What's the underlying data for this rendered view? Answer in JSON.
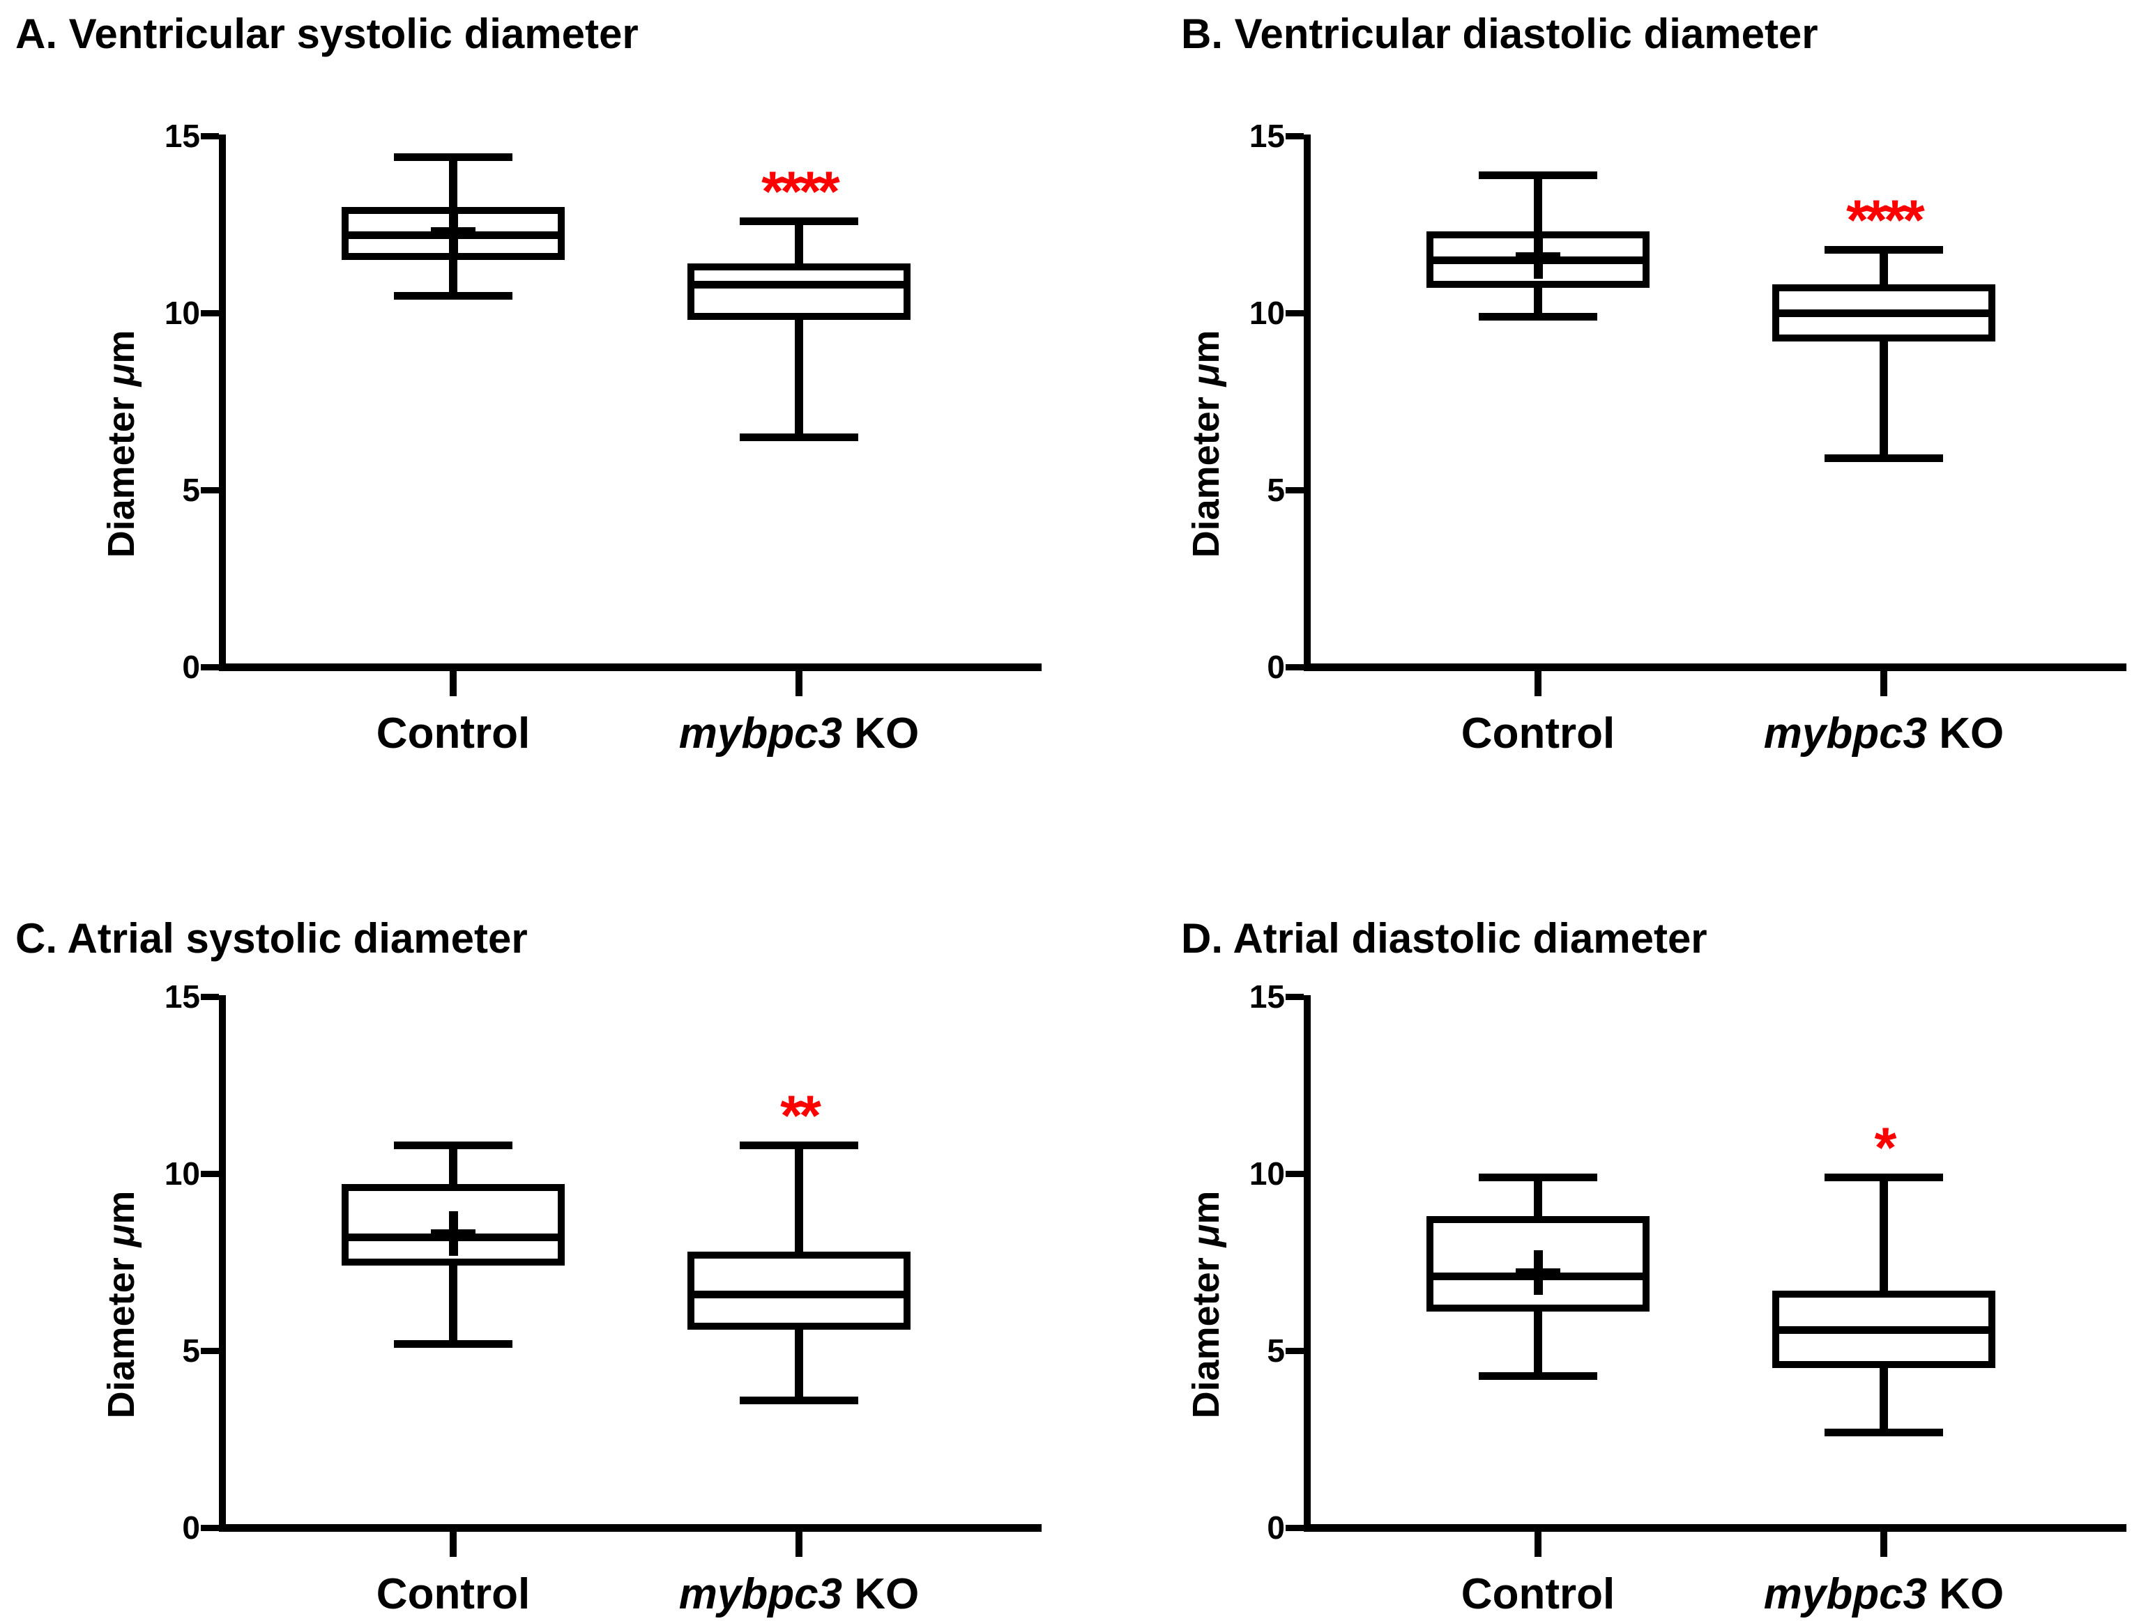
{
  "colors": {
    "stroke": "#000000",
    "box_fill": "#ffffff",
    "significance": "#ff0000",
    "text": "#000000",
    "background": "#ffffff"
  },
  "chart_data": [
    {
      "type": "boxplot",
      "panel": "A",
      "title": "A. Ventricular systolic diameter",
      "ylabel": "Diameter μm",
      "ylabel_parts": [
        {
          "text": "Diameter ",
          "italic": false
        },
        {
          "text": "μ",
          "italic": true
        },
        {
          "text": "m",
          "italic": false
        }
      ],
      "ylim": [
        0,
        15
      ],
      "yticks": [
        0,
        5,
        10,
        15
      ],
      "grid": false,
      "legend": false,
      "categories": [
        "Control",
        "mybpc3 KO"
      ],
      "series": [
        {
          "name": "Control",
          "label_parts": [
            {
              "text": "Control",
              "italic": false
            }
          ],
          "min": 10.5,
          "q1": 11.5,
          "median": 12.2,
          "q3": 13.0,
          "max": 14.4,
          "mean": 12.3,
          "significance": ""
        },
        {
          "name": "mybpc3 KO",
          "label_parts": [
            {
              "text": "mybpc3",
              "italic": true
            },
            {
              "text": " KO",
              "italic": false
            }
          ],
          "min": 6.5,
          "q1": 9.8,
          "median": 10.8,
          "q3": 11.4,
          "max": 12.6,
          "mean": null,
          "significance": "****"
        }
      ]
    },
    {
      "type": "boxplot",
      "panel": "B",
      "title": "B. Ventricular diastolic diameter",
      "ylabel": "Diameter μm",
      "ylabel_parts": [
        {
          "text": "Diameter ",
          "italic": false
        },
        {
          "text": "μ",
          "italic": true
        },
        {
          "text": "m",
          "italic": false
        }
      ],
      "ylim": [
        0,
        15
      ],
      "yticks": [
        0,
        5,
        10,
        15
      ],
      "grid": false,
      "legend": false,
      "categories": [
        "Control",
        "mybpc3 KO"
      ],
      "series": [
        {
          "name": "Control",
          "label_parts": [
            {
              "text": "Control",
              "italic": false
            }
          ],
          "min": 9.9,
          "q1": 10.7,
          "median": 11.5,
          "q3": 12.3,
          "max": 13.9,
          "mean": 11.6,
          "significance": ""
        },
        {
          "name": "mybpc3 KO",
          "label_parts": [
            {
              "text": "mybpc3",
              "italic": true
            },
            {
              "text": " KO",
              "italic": false
            }
          ],
          "min": 5.9,
          "q1": 9.2,
          "median": 10.0,
          "q3": 10.8,
          "max": 11.8,
          "mean": null,
          "significance": "****"
        }
      ]
    },
    {
      "type": "boxplot",
      "panel": "C",
      "title": "C. Atrial systolic diameter",
      "ylabel": "Diameter μm",
      "ylabel_parts": [
        {
          "text": "Diameter ",
          "italic": false
        },
        {
          "text": "μ",
          "italic": true
        },
        {
          "text": "m",
          "italic": false
        }
      ],
      "ylim": [
        0,
        15
      ],
      "yticks": [
        0,
        5,
        10,
        15
      ],
      "grid": false,
      "legend": false,
      "categories": [
        "Control",
        "mybpc3 KO"
      ],
      "series": [
        {
          "name": "Control",
          "label_parts": [
            {
              "text": "Control",
              "italic": false
            }
          ],
          "min": 5.2,
          "q1": 7.4,
          "median": 8.2,
          "q3": 9.7,
          "max": 10.8,
          "mean": 8.3,
          "significance": ""
        },
        {
          "name": "mybpc3 KO",
          "label_parts": [
            {
              "text": "mybpc3",
              "italic": true
            },
            {
              "text": " KO",
              "italic": false
            }
          ],
          "min": 3.6,
          "q1": 5.6,
          "median": 6.6,
          "q3": 7.8,
          "max": 10.8,
          "mean": null,
          "significance": "**"
        }
      ]
    },
    {
      "type": "boxplot",
      "panel": "D",
      "title": "D. Atrial diastolic diameter",
      "ylabel": "Diameter μm",
      "ylabel_parts": [
        {
          "text": "Diameter ",
          "italic": false
        },
        {
          "text": "μ",
          "italic": true
        },
        {
          "text": "m",
          "italic": false
        }
      ],
      "ylim": [
        0,
        15
      ],
      "yticks": [
        0,
        5,
        10,
        15
      ],
      "grid": false,
      "legend": false,
      "categories": [
        "Control",
        "mybpc3 KO"
      ],
      "series": [
        {
          "name": "Control",
          "label_parts": [
            {
              "text": "Control",
              "italic": false
            }
          ],
          "min": 4.3,
          "q1": 6.1,
          "median": 7.1,
          "q3": 8.8,
          "max": 9.9,
          "mean": 7.2,
          "significance": ""
        },
        {
          "name": "mybpc3 KO",
          "label_parts": [
            {
              "text": "mybpc3",
              "italic": true
            },
            {
              "text": " KO",
              "italic": false
            }
          ],
          "min": 2.7,
          "q1": 4.5,
          "median": 5.6,
          "q3": 6.7,
          "max": 9.9,
          "mean": null,
          "significance": "*"
        }
      ]
    }
  ]
}
